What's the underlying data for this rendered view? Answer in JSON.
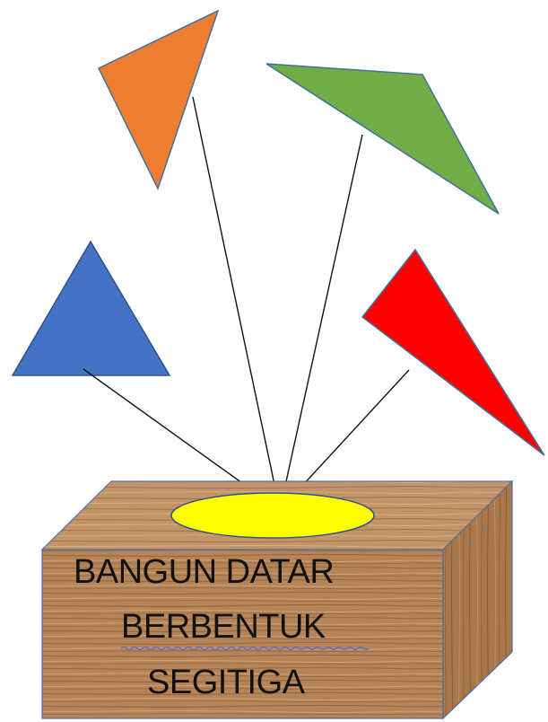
{
  "box": {
    "label_line1": "BANGUN DATAR",
    "label_line2": "BERBENTUK",
    "label_line3": "SEGITIGA"
  },
  "colors": {
    "orange_triangle": "#ed7d31",
    "green_triangle": "#70ad47",
    "blue_triangle": "#4472c4",
    "red_triangle": "#ff0000",
    "box_hole": "#ffff00",
    "wood_front": "#b58559",
    "wood_top": "#c39468",
    "wood_side": "#a8784c"
  }
}
